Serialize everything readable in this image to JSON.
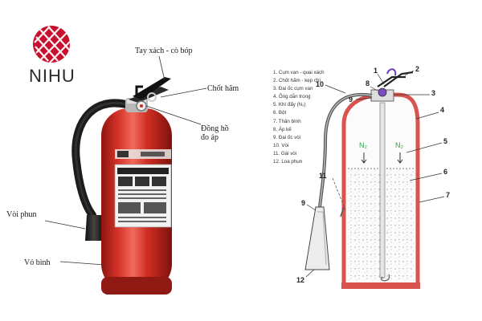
{
  "logo": {
    "brand": "NIHU",
    "icon": "red-crosshatch-sphere-icon",
    "color": "#c8102e"
  },
  "photo_labels": {
    "handle": "Tay xách - cò bóp",
    "pin": "Chốt hãm",
    "gauge": "Đồng hồ đo áp",
    "hose": "Vòi phun",
    "body": "Vỏ bình"
  },
  "diagram": {
    "legend": [
      "1. Cụm van - quai xách",
      "2. Chốt hãm - kẹp chì",
      "3. Đai ốc cụm van",
      "4. Ống dẫn trong",
      "5. Khí đẩy (N₂)",
      "6. Bột",
      "7. Thân bình",
      "8. Áp kế",
      "9. Đai ốc vòi",
      "10. Vòi",
      "11. Gài vòi",
      "12. Loa phun"
    ],
    "numbers": [
      "1",
      "2",
      "3",
      "4",
      "5",
      "6",
      "7",
      "8",
      "9",
      "10",
      "9",
      "11",
      "12"
    ],
    "gas_labels": [
      "N₂",
      "N₂"
    ]
  },
  "colors": {
    "extinguisher_red": "#d42a1e",
    "diagram_red": "#d9534f",
    "gas_green": "#2fa047"
  }
}
